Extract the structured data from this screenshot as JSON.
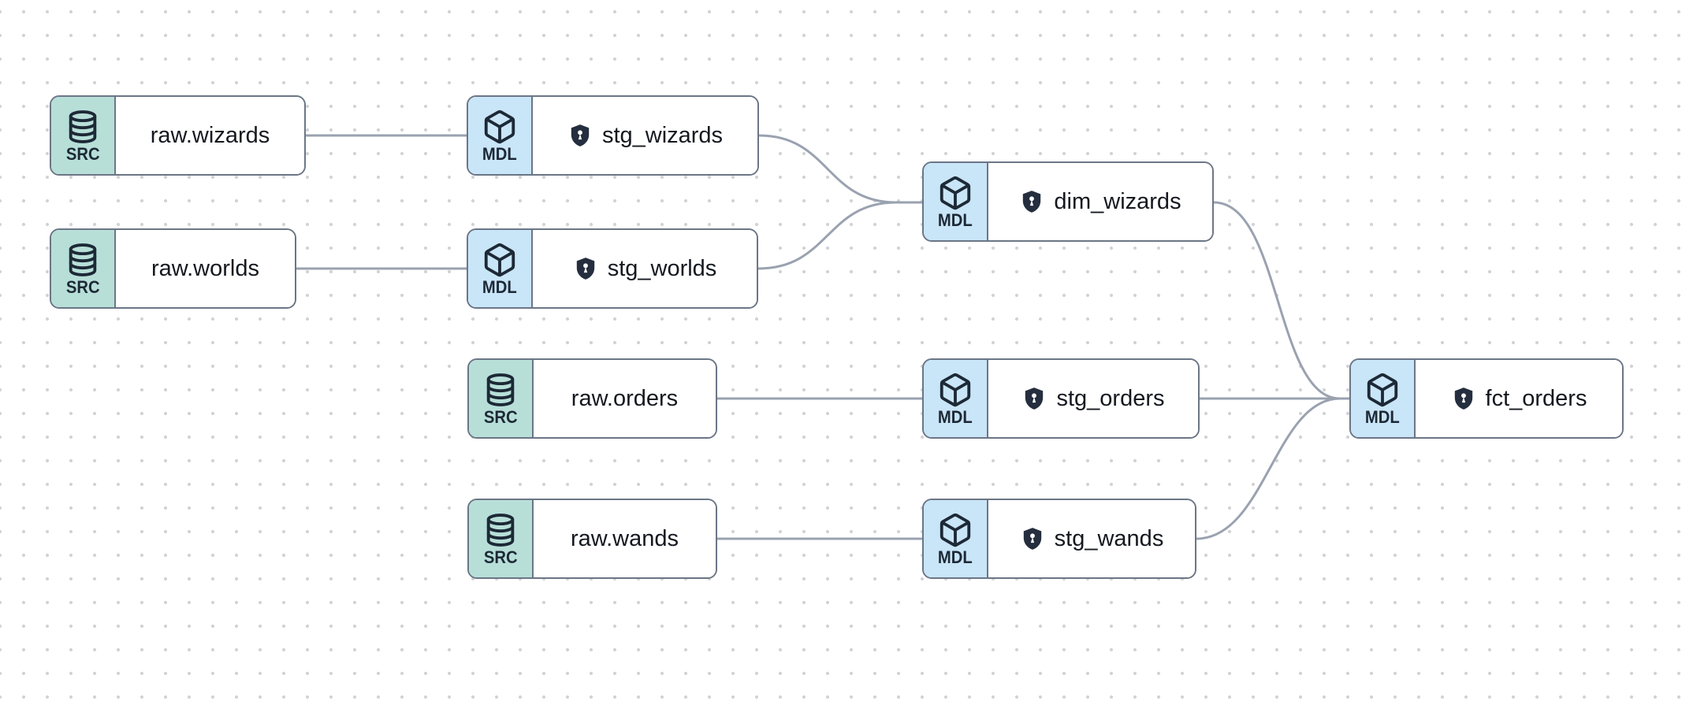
{
  "app": {
    "name": "data lineage graph canvas"
  },
  "colors": {
    "canvas_bg": "#ffffff",
    "dot_grid": "#d2d3d6",
    "src_badge_bg": "#b7dfd8",
    "mdl_badge_bg": "#c9e5f8",
    "node_border": "#6b7686",
    "edge": "#9aa2b0",
    "label_text": "#14181f",
    "shield_fill": "#242e3e"
  },
  "nodes": [
    {
      "id": "raw.wizards",
      "type_label": "SRC",
      "label": "raw.wizards",
      "icon": "database-icon",
      "protected": false
    },
    {
      "id": "stg_wizards",
      "type_label": "MDL",
      "label": "stg_wizards",
      "icon": "cube-icon",
      "protected": true
    },
    {
      "id": "raw.worlds",
      "type_label": "SRC",
      "label": "raw.worlds",
      "icon": "database-icon",
      "protected": false
    },
    {
      "id": "stg_worlds",
      "type_label": "MDL",
      "label": "stg_worlds",
      "icon": "cube-icon",
      "protected": true
    },
    {
      "id": "dim_wizards",
      "type_label": "MDL",
      "label": "dim_wizards",
      "icon": "cube-icon",
      "protected": true
    },
    {
      "id": "raw.orders",
      "type_label": "SRC",
      "label": "raw.orders",
      "icon": "database-icon",
      "protected": false
    },
    {
      "id": "stg_orders",
      "type_label": "MDL",
      "label": "stg_orders",
      "icon": "cube-icon",
      "protected": true
    },
    {
      "id": "raw.wands",
      "type_label": "SRC",
      "label": "raw.wands",
      "icon": "database-icon",
      "protected": false
    },
    {
      "id": "stg_wands",
      "type_label": "MDL",
      "label": "stg_wands",
      "icon": "cube-icon",
      "protected": true
    },
    {
      "id": "fct_orders",
      "type_label": "MDL",
      "label": "fct_orders",
      "icon": "cube-icon",
      "protected": true
    }
  ],
  "edges": [
    {
      "from": "raw.wizards",
      "to": "stg_wizards"
    },
    {
      "from": "raw.worlds",
      "to": "stg_worlds"
    },
    {
      "from": "stg_wizards",
      "to": "dim_wizards"
    },
    {
      "from": "stg_worlds",
      "to": "dim_wizards"
    },
    {
      "from": "raw.orders",
      "to": "stg_orders"
    },
    {
      "from": "raw.wands",
      "to": "stg_wands"
    },
    {
      "from": "dim_wizards",
      "to": "fct_orders"
    },
    {
      "from": "stg_orders",
      "to": "fct_orders"
    },
    {
      "from": "stg_wands",
      "to": "fct_orders"
    }
  ]
}
